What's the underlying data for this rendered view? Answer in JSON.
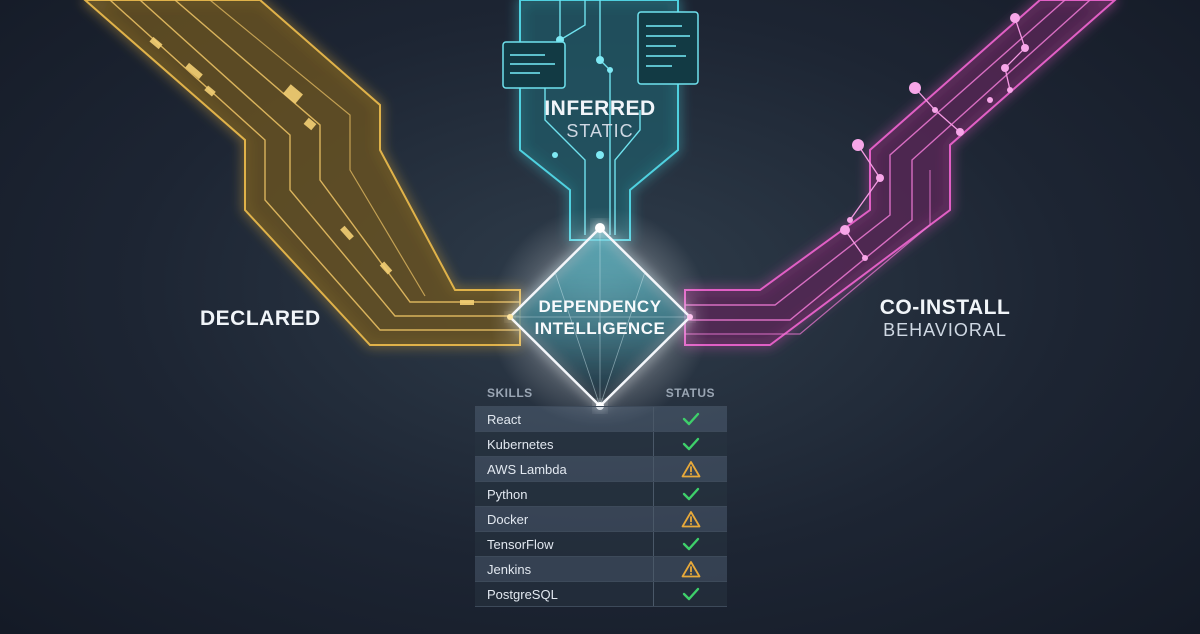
{
  "sources": {
    "declared": {
      "title": "DECLARED",
      "color": "#e0b24a"
    },
    "inferred": {
      "title": "INFERRED",
      "subtitle": "STATIC",
      "color": "#4fd1e0"
    },
    "coinstall": {
      "title": "CO-INSTALL",
      "subtitle": "BEHAVIORAL",
      "color": "#e15fc5"
    }
  },
  "hub": {
    "line1": "DEPENDENCY",
    "line2": "INTELLIGENCE"
  },
  "table": {
    "headers": {
      "skills": "SKILLS",
      "status": "STATUS"
    },
    "rows": [
      {
        "skill": "React",
        "status": "check"
      },
      {
        "skill": "Kubernetes",
        "status": "check"
      },
      {
        "skill": "AWS Lambda",
        "status": "warning"
      },
      {
        "skill": "Python",
        "status": "check"
      },
      {
        "skill": "Docker",
        "status": "warning"
      },
      {
        "skill": "TensorFlow",
        "status": "check"
      },
      {
        "skill": "Jenkins",
        "status": "warning"
      },
      {
        "skill": "PostgreSQL",
        "status": "check"
      }
    ],
    "status_colors": {
      "check": "#3ecf6a",
      "warning": "#e8a93a"
    }
  }
}
